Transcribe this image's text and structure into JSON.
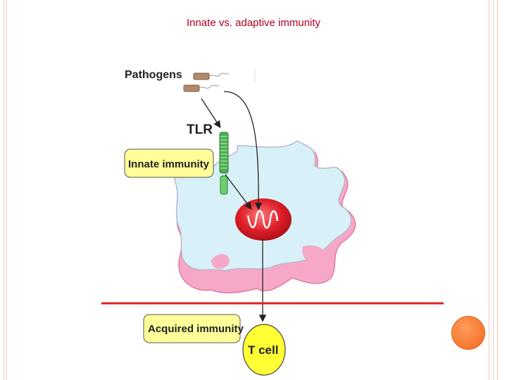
{
  "slide": {
    "title": "Innate vs. adaptive immunity"
  },
  "diagram": {
    "pathogens_label": "Pathogens",
    "tlr_label": "TLR",
    "innate_label": "Innate immunity",
    "acquired_label": "Acquired immunity",
    "tcell_label": "T cell"
  },
  "colors": {
    "title": "#b00020",
    "divider_line": "#e02020",
    "label_box_fill": "#ffff99",
    "tcell_fill": "#ffff33",
    "nucleus": "#e0202a",
    "receptor": "#4caf50",
    "accent_circle": "#f26a1e",
    "border": "#f3c9b8"
  }
}
